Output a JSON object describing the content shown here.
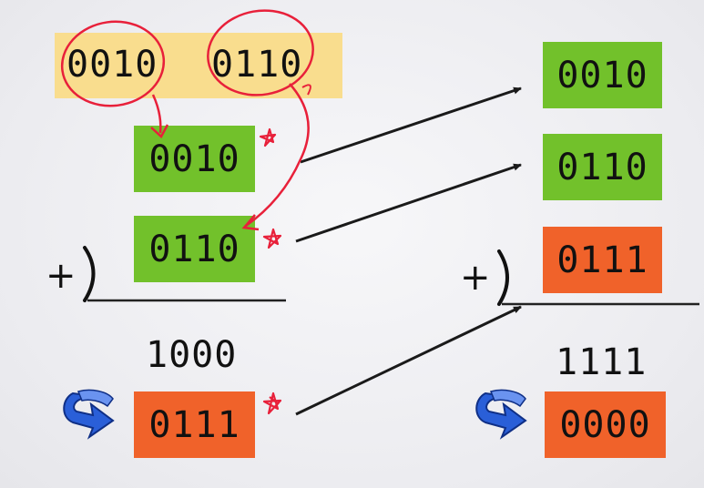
{
  "top_pair": {
    "first": "0010",
    "second": "0110"
  },
  "left_column": {
    "operand_a": "0010",
    "operand_b": "0110",
    "plus_sign": "+",
    "sum": "1000",
    "result": "0111"
  },
  "right_column": {
    "operand_a": "0010",
    "operand_b": "0110",
    "operand_c": "0111",
    "plus_sign": "+",
    "sum": "1111",
    "result": "0000"
  },
  "colors": {
    "green": "#72c12b",
    "orange": "#f0622a",
    "highlight": "#f9dd8e",
    "annotation_red": "#e8203a",
    "arrow_black": "#1a1a1a",
    "rotate_icon_blue": "#2a5fd8"
  },
  "icons": [
    "rotate-arrow-icon",
    "star-icon"
  ]
}
